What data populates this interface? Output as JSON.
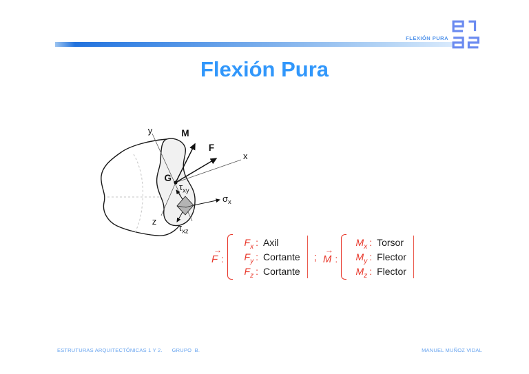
{
  "header": {
    "slide_label": "FLEXIÓN PURA",
    "logo_rows": [
      "e1",
      "a2"
    ]
  },
  "title": "Flexión Pura",
  "diagram": {
    "axis_y": "y",
    "axis_x": "x",
    "axis_z": "z",
    "centroid": "G",
    "moment_vector": "M",
    "force_vector": "F",
    "sigma_x": {
      "base": "σ",
      "sub": "x"
    },
    "tau_xy": {
      "base": "τ",
      "sub": "xy"
    },
    "tau_xz": {
      "base": "τ",
      "sub": "xz"
    }
  },
  "equations": {
    "vector_arrow": "→",
    "separator": ";",
    "f_system": {
      "vector_symbol": "F",
      "colon": ":",
      "rows": [
        {
          "symbol": "F",
          "sub": "x",
          "colon": ":",
          "meaning": "Axil"
        },
        {
          "symbol": "F",
          "sub": "y",
          "colon": ":",
          "meaning": "Cortante"
        },
        {
          "symbol": "F",
          "sub": "z",
          "colon": ":",
          "meaning": "Cortante"
        }
      ]
    },
    "m_system": {
      "vector_symbol": "M",
      "colon": ":",
      "rows": [
        {
          "symbol": "M",
          "sub": "x",
          "colon": ":",
          "meaning": "Torsor"
        },
        {
          "symbol": "M",
          "sub": "y",
          "colon": ":",
          "meaning": "Flector"
        },
        {
          "symbol": "M",
          "sub": "z",
          "colon": ":",
          "meaning": "Flector"
        }
      ]
    }
  },
  "footer": {
    "course": "ESTRUTURAS ARQUITECTÓNICAS 1 Y 2.",
    "group": "GRUPO  B.",
    "author": "MANUEL MUÑOZ VIDAL"
  },
  "colors": {
    "title_blue": "#3197fb",
    "accent_red": "#e8372a",
    "footer_blue": "#66a3ef",
    "logo_blue": "#6b8bf0",
    "bar_blue": "#2272dd",
    "section_fill": "#f1f1f1",
    "stress_element_fill": "#b4b4b4"
  }
}
